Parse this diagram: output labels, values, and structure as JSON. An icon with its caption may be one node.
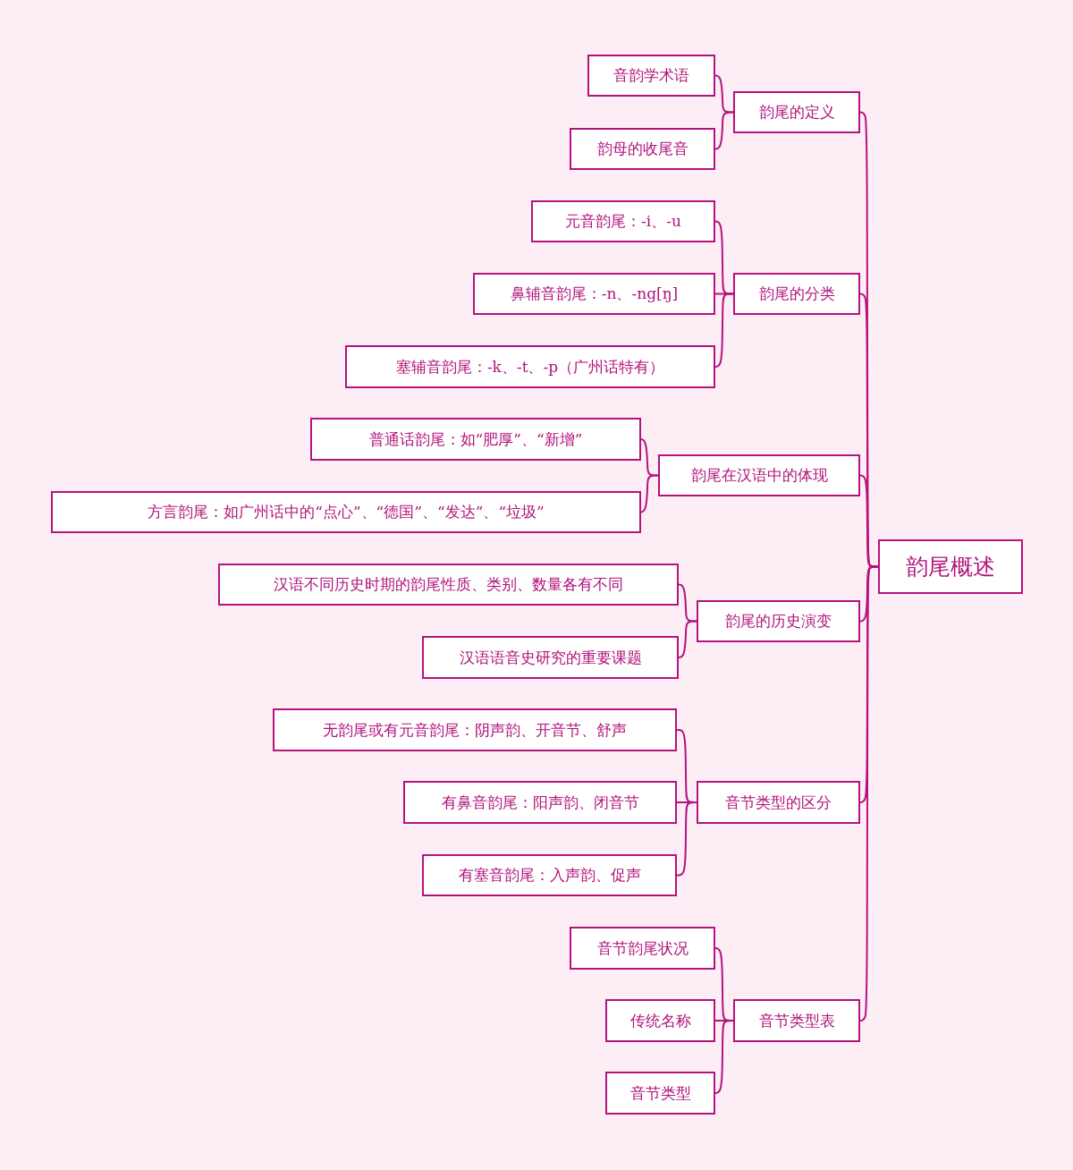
{
  "diagram": {
    "nodes": [
      {
        "text": [
          "韵尾概述"
        ]
      },
      {
        "text": [
          "韵尾的定义"
        ]
      },
      {
        "text": [
          "音韵学术语"
        ]
      },
      {
        "text": [
          "韵母的收尾音"
        ]
      },
      {
        "text": [
          "韵尾的分类"
        ]
      },
      {
        "text": [
          "元音韵尾：-i、-u"
        ]
      },
      {
        "text": [
          "鼻辅音韵尾：-n、-ng[ŋ]"
        ]
      },
      {
        "text": [
          "塞辅音韵尾：-k、-t、-p（广州话特有）"
        ]
      },
      {
        "text": [
          "韵尾在汉语中的体现"
        ]
      },
      {
        "text": [
          "普通话韵尾：如“肥厚”、“新增”"
        ]
      },
      {
        "text": [
          "方言韵尾：如广州话中的“点心”、“德国”、“发达”、“垃圾”"
        ]
      },
      {
        "text": [
          "韵尾的历史演变"
        ]
      },
      {
        "text": [
          "汉语不同历史时期的韵尾性质、类别、数量各有不同"
        ]
      },
      {
        "text": [
          "汉语语音史研究的重要课题"
        ]
      },
      {
        "text": [
          "音节类型的区分"
        ]
      },
      {
        "text": [
          "无韵尾或有元音韵尾：阴声韵、开音节、舒声"
        ]
      },
      {
        "text": [
          "有鼻音韵尾：阳声韵、闭音节"
        ]
      },
      {
        "text": [
          "有塞音韵尾：入声韵、促声"
        ]
      },
      {
        "text": [
          "音节类型表"
        ]
      },
      {
        "text": [
          "音节韵尾状况"
        ]
      },
      {
        "text": [
          "传统名称"
        ]
      },
      {
        "text": [
          "音节类型"
        ]
      }
    ],
    "edges": [
      {
        "from": 0,
        "to": 1,
        "arrow": "none"
      },
      {
        "from": 1,
        "to": 2,
        "arrow": "none"
      },
      {
        "from": 1,
        "to": 3,
        "arrow": "none"
      },
      {
        "from": 0,
        "to": 4,
        "arrow": "none"
      },
      {
        "from": 4,
        "to": 5,
        "arrow": "none"
      },
      {
        "from": 4,
        "to": 6,
        "arrow": "none"
      },
      {
        "from": 4,
        "to": 7,
        "arrow": "none"
      },
      {
        "from": 0,
        "to": 8,
        "arrow": "none"
      },
      {
        "from": 8,
        "to": 9,
        "arrow": "none"
      },
      {
        "from": 8,
        "to": 10,
        "arrow": "none"
      },
      {
        "from": 0,
        "to": 11,
        "arrow": "none"
      },
      {
        "from": 11,
        "to": 12,
        "arrow": "none"
      },
      {
        "from": 11,
        "to": 13,
        "arrow": "none"
      },
      {
        "from": 0,
        "to": 14,
        "arrow": "none"
      },
      {
        "from": 14,
        "to": 15,
        "arrow": "none"
      },
      {
        "from": 14,
        "to": 16,
        "arrow": "none"
      },
      {
        "from": 14,
        "to": 17,
        "arrow": "none"
      },
      {
        "from": 0,
        "to": 18,
        "arrow": "none"
      },
      {
        "from": 18,
        "to": 19,
        "arrow": "none"
      },
      {
        "from": 18,
        "to": 20,
        "arrow": "none"
      },
      {
        "from": 18,
        "to": 21,
        "arrow": "none"
      }
    ]
  }
}
